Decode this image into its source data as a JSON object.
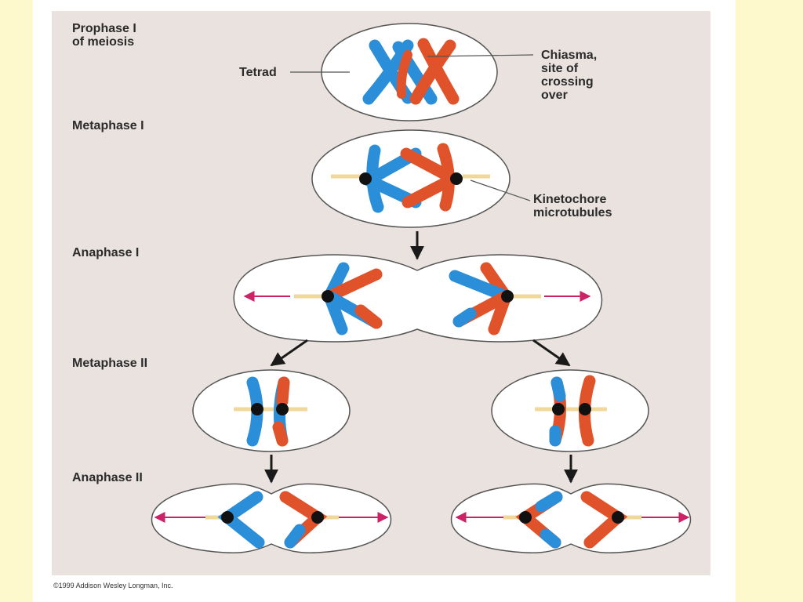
{
  "stages": {
    "prophase1": "Prophase I\nof meiosis",
    "metaphase1": "Metaphase I",
    "anaphase1": "Anaphase I",
    "metaphase2": "Metaphase II",
    "anaphase2": "Anaphase II"
  },
  "callouts": {
    "tetrad": "Tetrad",
    "chiasma": "Chiasma,\nsite of\ncrossing\nover",
    "kinetochore": "Kinetochore\nmicrotubules"
  },
  "copyright": "©1999 Addison Wesley Longman, Inc.",
  "colors": {
    "blue_chromosome": "#2b8ed9",
    "red_chromosome": "#e0522a",
    "arrow": "#cc2266",
    "cell_fill": "#ffffff",
    "panel": "#e9e2df",
    "background": "#fdf9cc"
  }
}
